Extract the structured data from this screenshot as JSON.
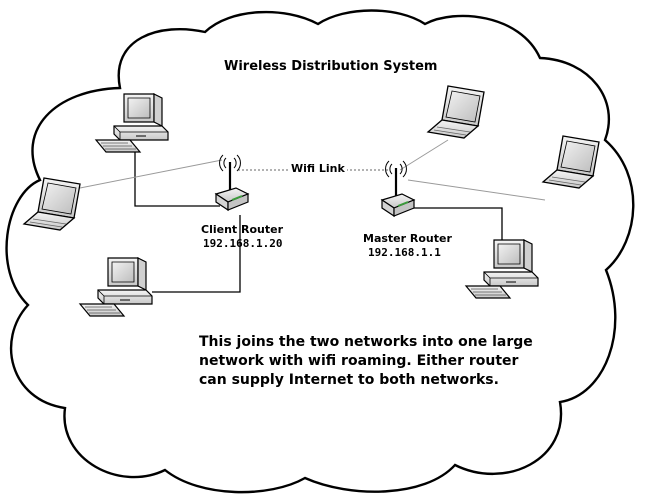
{
  "title": "Wireless Distribution System",
  "link_label": "Wifi Link",
  "client_router": {
    "name": "Client Router",
    "ip": "192.168.1.20"
  },
  "master_router": {
    "name": "Master Router",
    "ip": "192.168.1.1"
  },
  "description": {
    "line1": "This joins the two networks into one large",
    "line2": "network with wifi roaming. Either router",
    "line3": "can supply Internet to both networks."
  },
  "icons": [
    "cloud-outline",
    "desktop-computer-icon",
    "laptop-icon",
    "router-icon"
  ],
  "colors": {
    "line": "#000000",
    "wireless_line": "#9a9a9a",
    "router_light": "#3a9a3a"
  }
}
